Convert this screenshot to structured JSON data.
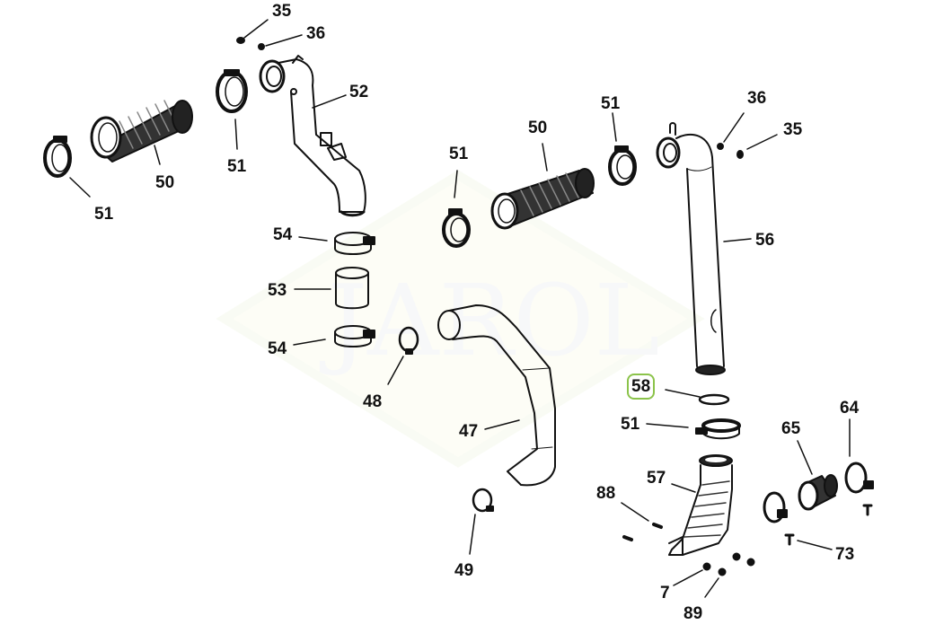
{
  "diagram": {
    "title": "Exploded parts diagram - hoses and clamps",
    "watermark": "JAROL",
    "highlight_color": "#8bc34a",
    "line_color": "#111111",
    "highlighted_callout": "58",
    "callouts": [
      {
        "id": "c35a",
        "label": "35"
      },
      {
        "id": "c36a",
        "label": "36"
      },
      {
        "id": "c52",
        "label": "52"
      },
      {
        "id": "c50a",
        "label": "50"
      },
      {
        "id": "c51a",
        "label": "51"
      },
      {
        "id": "c51b",
        "label": "51"
      },
      {
        "id": "c54a",
        "label": "54"
      },
      {
        "id": "c53",
        "label": "53"
      },
      {
        "id": "c54b",
        "label": "54"
      },
      {
        "id": "c48",
        "label": "48"
      },
      {
        "id": "c51c",
        "label": "51"
      },
      {
        "id": "c50b",
        "label": "50"
      },
      {
        "id": "c51d",
        "label": "51"
      },
      {
        "id": "c36b",
        "label": "36"
      },
      {
        "id": "c35b",
        "label": "35"
      },
      {
        "id": "c56",
        "label": "56"
      },
      {
        "id": "c47",
        "label": "47"
      },
      {
        "id": "c58",
        "label": "58"
      },
      {
        "id": "c51e",
        "label": "51"
      },
      {
        "id": "c64",
        "label": "64"
      },
      {
        "id": "c65",
        "label": "65"
      },
      {
        "id": "c57",
        "label": "57"
      },
      {
        "id": "c88",
        "label": "88"
      },
      {
        "id": "c49",
        "label": "49"
      },
      {
        "id": "c73",
        "label": "73"
      },
      {
        "id": "c7",
        "label": "7"
      },
      {
        "id": "c89",
        "label": "89"
      }
    ]
  }
}
